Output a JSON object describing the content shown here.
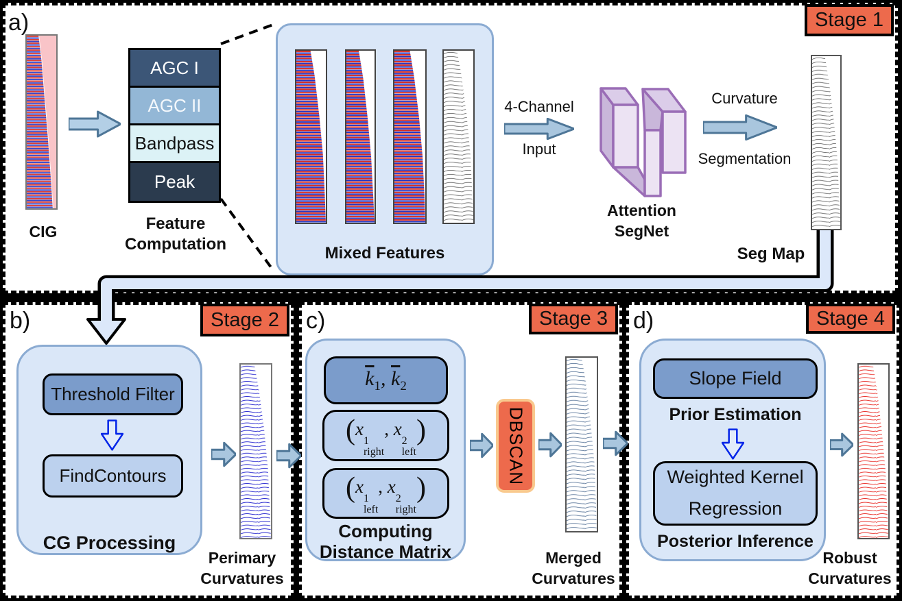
{
  "figure": {
    "type": "pipeline-diagram",
    "stages": [
      "Stage 1",
      "Stage 2",
      "Stage 3",
      "Stage 4"
    ]
  },
  "colors": {
    "stage_badge_fill": "#ed6a4c",
    "stage_badge_border": "#000000",
    "dbscan_fill": "#ed6a4c",
    "dbscan_border": "#f9c98e",
    "container_fill": "#dae7f8",
    "container_border": "#8babd2",
    "box_dark_fill": "#7b9ccb",
    "box_light_fill": "#bcd1ee",
    "stack_agc1": "#3c5677",
    "stack_agc2": "#93b7d6",
    "stack_bandpass": "#dcf2f6",
    "stack_peak": "#2b3b4e",
    "arrow_fill": "#a9c6de",
    "arrow_border": "#4e7697",
    "pipe_fill": "#dce8fa",
    "blue_arrow_stroke": "#0626e8",
    "segnet_purple_stroke": "#9a6db6",
    "cig_bg": "#f9c4c8",
    "stripe_red": "#d62a1e",
    "stripe_blue": "#2134c4",
    "line_gray": "#4a4a4a",
    "line_blue": "#1c1ccd",
    "line_navy": "#41618a",
    "line_red": "#e8231d"
  },
  "panel_a": {
    "label": "a)",
    "stage_badge": "Stage 1",
    "cig_label": "CIG",
    "feature_stack": {
      "rows": [
        {
          "label": "AGC I"
        },
        {
          "label": "AGC II"
        },
        {
          "label": "Bandpass"
        },
        {
          "label": "Peak"
        }
      ]
    },
    "feature_label": "Feature Computation",
    "mixed_features_label": "Mixed Features",
    "channel_arrow": {
      "top": "4-Channel",
      "bottom": "Input"
    },
    "segnet_label": "Attention SegNet",
    "curvature_arrow": {
      "top": "Curvature",
      "bottom": "Segmentation"
    },
    "segmap_label": "Seg Map"
  },
  "panel_b": {
    "label": "b)",
    "stage_badge": "Stage 2",
    "threshold_filter": "Threshold Filter",
    "findcontours": "FindContours",
    "cg_processing": "CG Processing",
    "output_label": "Perimary Curvatures"
  },
  "panel_c": {
    "label": "c)",
    "stage_badge": "Stage 3",
    "kbar_box": {
      "k1": "k",
      "k1_sub": "1",
      "comma": ",",
      "k2": "k",
      "k2_sub": "2"
    },
    "pair1": {
      "open": "(",
      "x1": "x",
      "x1_sup": "1",
      "x1_sub": "right",
      "comma": ",",
      "x2": "x",
      "x2_sup": "2",
      "x2_sub": "left",
      "close": ")"
    },
    "pair2": {
      "open": "(",
      "x1": "x",
      "x1_sup": "1",
      "x1_sub": "left",
      "comma": ",",
      "x2": "x",
      "x2_sup": "2",
      "x2_sub": "right",
      "close": ")"
    },
    "matrix_label": "Computing Distance Matrix",
    "dbscan": "DBSCAN",
    "output_label": "Merged Curvatures"
  },
  "panel_d": {
    "label": "d)",
    "stage_badge": "Stage 4",
    "slope_field": "Slope Field",
    "prior_estimation": "Prior Estimation",
    "weighted_kernel_regression": "Weighted Kernel Regression",
    "posterior_inference": "Posterior Inference",
    "output_label": "Robust Curvatures"
  }
}
